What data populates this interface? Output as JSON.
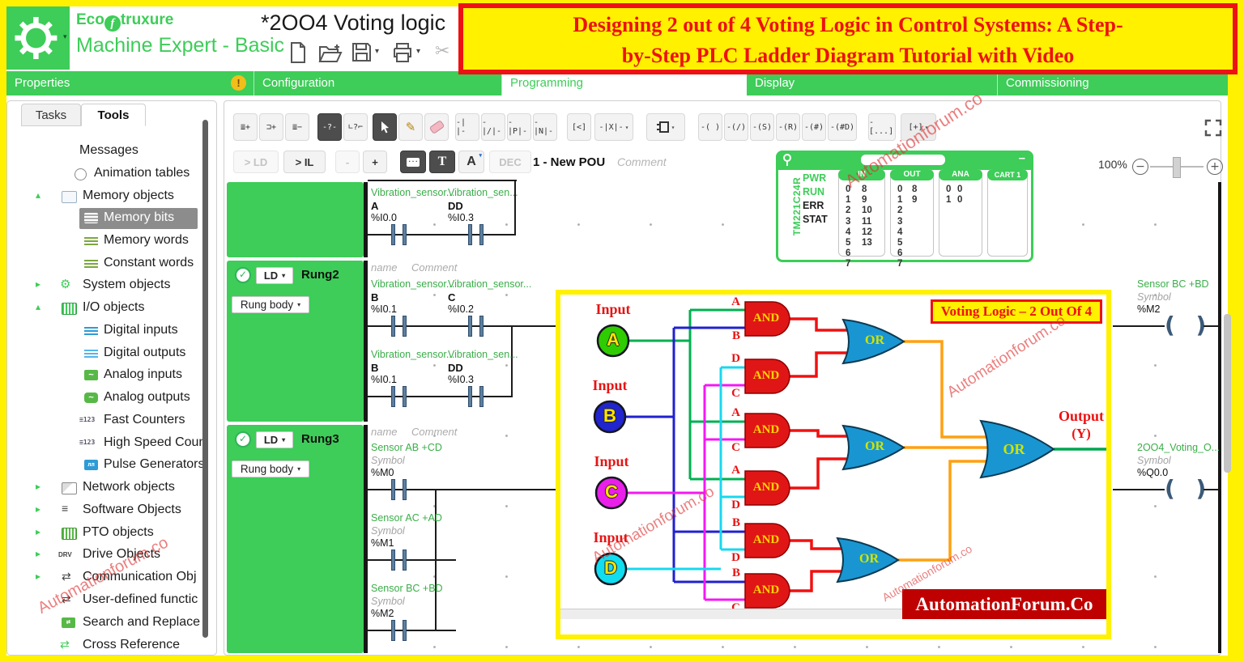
{
  "window": {
    "brand_pre": "Eco",
    "brand_f": "f",
    "brand_rest": "truxure",
    "line2": "Machine Expert - Basic",
    "title": "*2OO4 Voting logic"
  },
  "banner": {
    "line1": "Designing 2 out of 4 Voting Logic in Control Systems: A Step-",
    "line2": "by-Step PLC Ladder Diagram Tutorial with Video"
  },
  "nav": {
    "properties": "Properties",
    "configuration": "Configuration",
    "programming": "Programming",
    "display": "Display",
    "commissioning": "Commissioning"
  },
  "icons": {
    "warning": "!",
    "dropdown": "▾",
    "chevron_collapsed": "▸",
    "chevron_expanded": "▴",
    "check": "✓",
    "scissors": "✂",
    "pencil": "✎",
    "minus": "−",
    "plus": "+",
    "minimize": "–",
    "swap": "⇄",
    "lines": "≡",
    "gear": "⚙",
    "wave": "~",
    "pulse": "лл",
    "drv": "DRV",
    "c123": "≡123"
  },
  "sidebar": {
    "tab_tasks": "Tasks",
    "tab_tools": "Tools",
    "items": [
      {
        "label": "Messages"
      },
      {
        "label": "Animation tables"
      },
      {
        "label": "Memory objects"
      },
      {
        "label": "Memory bits"
      },
      {
        "label": "Memory words"
      },
      {
        "label": "Constant words"
      },
      {
        "label": "System objects"
      },
      {
        "label": "I/O objects"
      },
      {
        "label": "Digital inputs"
      },
      {
        "label": "Digital outputs"
      },
      {
        "label": "Analog inputs"
      },
      {
        "label": "Analog outputs"
      },
      {
        "label": "Fast Counters"
      },
      {
        "label": "High Speed Coun"
      },
      {
        "label": "Pulse Generators"
      },
      {
        "label": "Network objects"
      },
      {
        "label": "Software Objects"
      },
      {
        "label": "PTO objects"
      },
      {
        "label": "Drive Objects"
      },
      {
        "label": "Communication Obj"
      },
      {
        "label": "User-defined functic"
      },
      {
        "label": "Search and Replace"
      },
      {
        "label": "Cross Reference"
      }
    ]
  },
  "toolbar": {
    "row1": [
      {
        "g": "≣+"
      },
      {
        "g": "⊐+"
      },
      {
        "g": "≣−"
      },
      {
        "g": "-?-"
      },
      {
        "g": "∟?⌐"
      },
      {
        "g": "-| |-"
      },
      {
        "g": "-|/|-"
      },
      {
        "g": "-|P|-"
      },
      {
        "g": "-|N|-"
      },
      {
        "g": "[<]"
      },
      {
        "g": "-|X|-"
      },
      {
        "g": "-( )"
      },
      {
        "g": "-(/)"
      },
      {
        "g": "-(S)"
      },
      {
        "g": "-(R)"
      },
      {
        "g": "-(#)"
      },
      {
        "g": "-(#D)"
      },
      {
        "g": "-[...]"
      },
      {
        "g": "[+]"
      }
    ],
    "ld": "> LD",
    "il": "> IL",
    "minus": "-",
    "plus": "+",
    "t": "T",
    "a": "A",
    "dec": "DEC",
    "pou_title": "1 - New POU",
    "pou_comment": "Comment"
  },
  "zoomctl": {
    "level": "100%"
  },
  "device": {
    "model": "TM221C24R",
    "leds": [
      "PWR",
      "RUN",
      "ERR",
      "STAT"
    ],
    "in": {
      "title": "IN",
      "col1": "0\n1\n2\n3\n4\n5\n6\n7",
      "col2": "8\n9\n10\n11\n12\n13"
    },
    "out": {
      "title": "OUT",
      "col1": "0\n1\n2\n3\n4\n5\n6\n7",
      "col2": "8\n9"
    },
    "ana": {
      "title": "ANA",
      "col1": "0\n1",
      "col2": "0\n0"
    },
    "cart": {
      "title": "CART 1"
    }
  },
  "rungs": {
    "name_ph": "name",
    "comment_ph": "Comment",
    "r2": {
      "lang": "LD",
      "name": "Rung2",
      "body": "Rung body"
    },
    "r3": {
      "lang": "LD",
      "name": "Rung3",
      "body": "Rung body"
    }
  },
  "ladder": {
    "r1c1": {
      "name": "Vibration_sensor...",
      "sym": "A",
      "addr": "%I0.0"
    },
    "r1c2": {
      "name": "Vibration_sen...",
      "sym": "DD",
      "addr": "%I0.3"
    },
    "r2c1": {
      "name": "Vibration_sensor...",
      "sym": "B",
      "addr": "%I0.1"
    },
    "r2c2": {
      "name": "Vibration_sensor...",
      "sym": "C",
      "addr": "%I0.2"
    },
    "r2c3": {
      "name": "Vibration_sensor...",
      "sym": "B",
      "addr": "%I0.1"
    },
    "r2c4": {
      "name": "Vibration_sen...",
      "sym": "DD",
      "addr": "%I0.3"
    },
    "r3c1": {
      "name": "Sensor AB +CD",
      "sym": "Symbol",
      "addr": "%M0"
    },
    "r3c2": {
      "name": "Sensor AC +AD",
      "sym": "Symbol",
      "addr": "%M1"
    },
    "r3c3": {
      "name": "Sensor BC +BD",
      "sym": "Symbol",
      "addr": "%M2"
    },
    "coil1": {
      "name": "Sensor BC +BD",
      "sym": "Symbol",
      "addr": "%M2"
    },
    "coil2": {
      "name": "2OO4_Voting_O...",
      "sym": "Symbol",
      "addr": "%Q0.0"
    }
  },
  "diagram": {
    "title": "Voting Logic – 2 Out Of 4",
    "input_caption": "Input",
    "inputs": [
      "A",
      "B",
      "C",
      "D"
    ],
    "and_label": "AND",
    "or_label": "OR",
    "gates": [
      {
        "top": "A",
        "bottom": "B"
      },
      {
        "top": "D",
        "bottom": "C"
      },
      {
        "top": "A",
        "bottom": "C"
      },
      {
        "top": "A",
        "bottom": "D"
      },
      {
        "top": "B",
        "bottom": "D"
      },
      {
        "top": "B",
        "bottom": "C"
      }
    ],
    "output_line1": "Output",
    "output_line2": "(Y)",
    "logo": "AutomationForum.Co"
  },
  "watermark": "Automationforum.co",
  "colors": {
    "brand_green": "#3DCD58",
    "banner_red": "#EE1111",
    "banner_yellow": "#FFF100",
    "and_red": "#E01616",
    "or_blue": "#1996D2",
    "wire_a": "#00B050",
    "wire_b": "#2020D0",
    "wire_c": "#F318F3",
    "wire_d": "#18D8F0",
    "wire_and": "#F01010",
    "wire_or": "#FFA010"
  }
}
